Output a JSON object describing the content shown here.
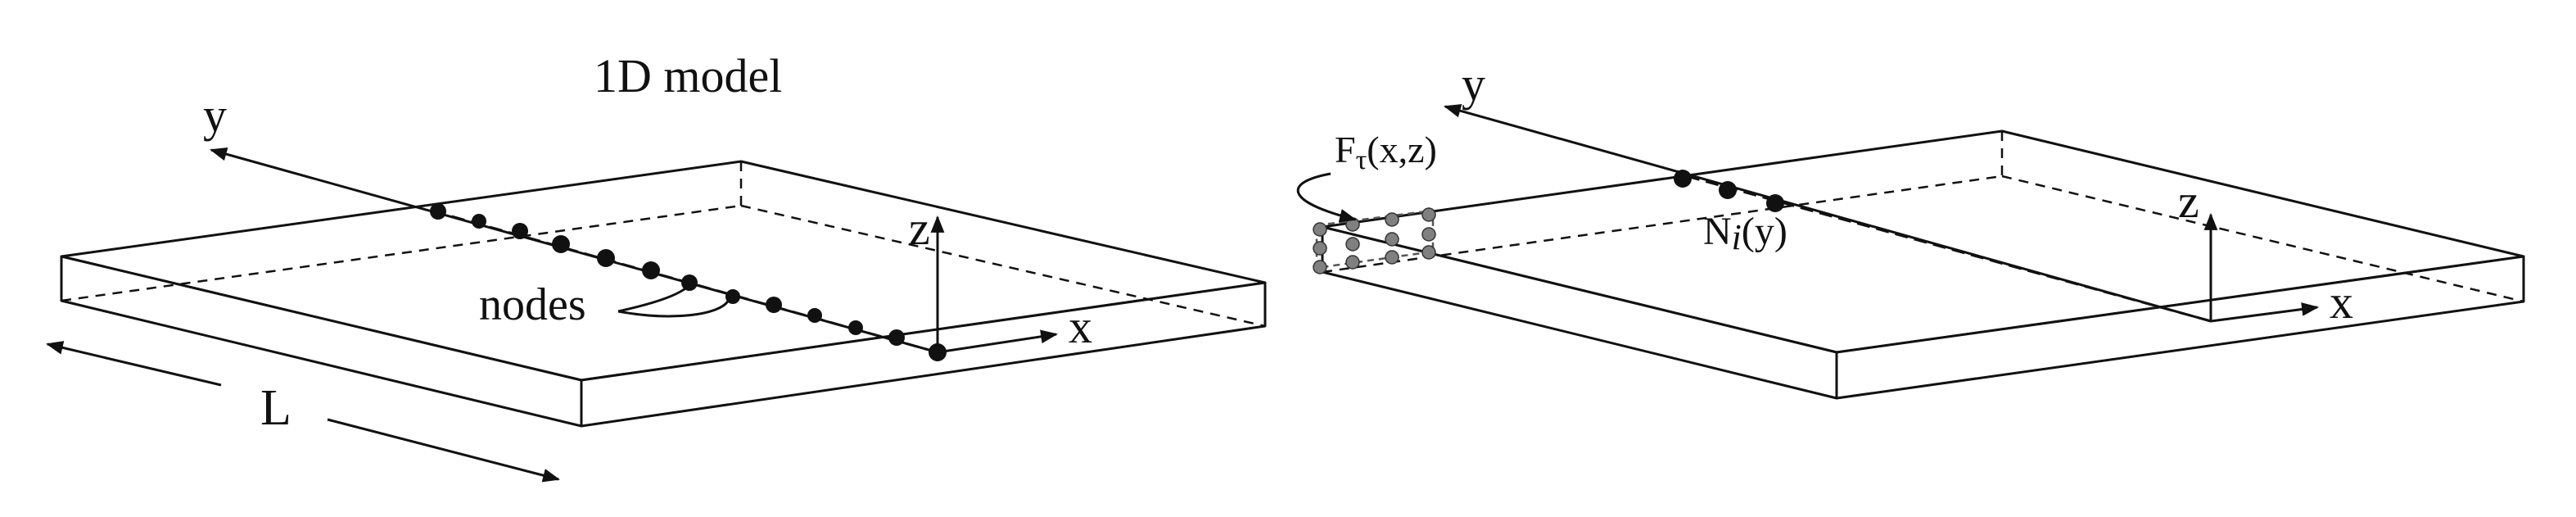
{
  "left_panel": {
    "title": "1D model",
    "y_label": "y",
    "x_label": "x",
    "z_label": "z",
    "nodes_label": "nodes",
    "length_label": "L"
  },
  "right_panel": {
    "y_label": "y",
    "x_label": "x",
    "z_label": "z",
    "section_label": "F",
    "section_sub": "τ",
    "section_args": "(x,z)",
    "shape_label": "N",
    "shape_sub": "i",
    "shape_args": "(y)"
  },
  "colors": {
    "line": "#111111",
    "node_fill": "#111111",
    "section_point_fill": "#808080"
  }
}
